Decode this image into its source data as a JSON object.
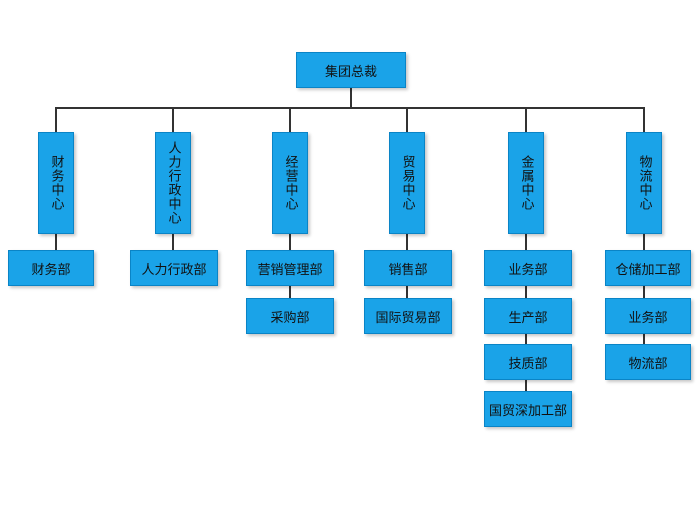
{
  "root": {
    "label": "集团总裁"
  },
  "centers": [
    {
      "label": "财务中心",
      "departments": [
        "财务部"
      ]
    },
    {
      "label": "人力行政中心",
      "departments": [
        "人力行政部"
      ]
    },
    {
      "label": "经营中心",
      "departments": [
        "营销管理部",
        "采购部"
      ]
    },
    {
      "label": "贸易中心",
      "departments": [
        "销售部",
        "国际贸易部"
      ]
    },
    {
      "label": "金属中心",
      "departments": [
        "业务部",
        "生产部",
        "技质部",
        "国贸深加工部"
      ]
    },
    {
      "label": "物流中心",
      "departments": [
        "仓储加工部",
        "业务部",
        "物流部"
      ]
    }
  ],
  "colors": {
    "box_fill": "#1aa3e8",
    "box_border": "#0a84c6",
    "line": "#333333",
    "text": "#111111"
  }
}
